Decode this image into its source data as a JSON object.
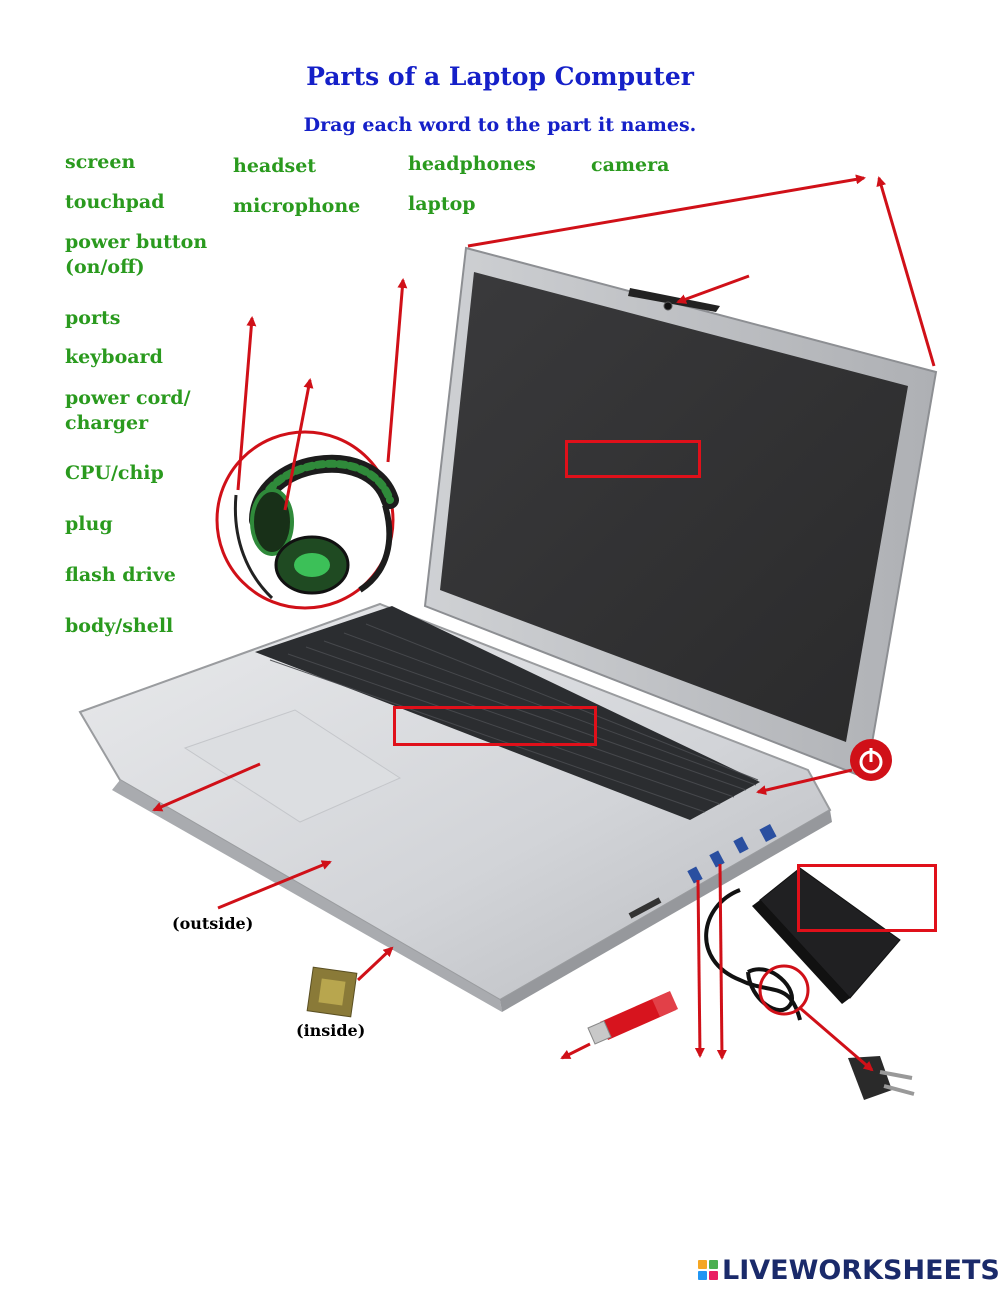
{
  "title": "Parts of a Laptop Computer",
  "subtitle": "Drag each word to the part it names.",
  "word_bank": [
    "screen",
    "headset",
    "headphones",
    "camera",
    "touchpad",
    "microphone",
    "laptop",
    "power button\n(on/off)",
    "ports",
    "keyboard",
    "power cord/\ncharger",
    "CPU/chip",
    "plug",
    "flash drive",
    "body/shell"
  ],
  "notes": {
    "outside": "(outside)",
    "inside": "(inside)"
  },
  "brand": {
    "name": "LIVEWORKSHEETS"
  },
  "colors": {
    "title": "#1520c8",
    "word": "#2a9a1e",
    "arrow": "#d01018",
    "box": "#e0101a"
  },
  "icons": [
    "headset-icon",
    "laptop-icon",
    "power-icon",
    "cpu-chip-icon",
    "flash-drive-icon",
    "charger-icon",
    "plug-icon"
  ]
}
